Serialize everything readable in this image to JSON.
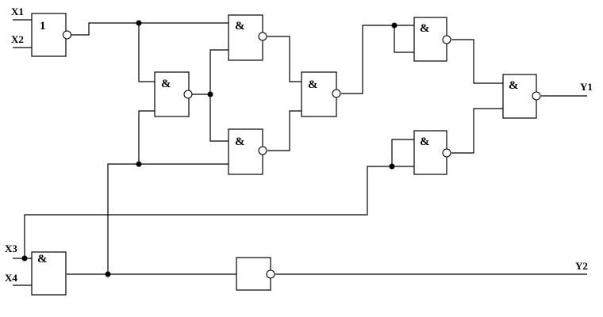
{
  "inputs": {
    "x1": "X1",
    "x2": "X2",
    "x3": "X3",
    "x4": "X4"
  },
  "outputs": {
    "y1": "Y1",
    "y2": "Y2"
  },
  "gate_symbols": {
    "or": "1",
    "and": "&"
  },
  "gates": [
    {
      "id": "g-or-x1x2",
      "type": "or"
    },
    {
      "id": "g-and-1",
      "type": "and"
    },
    {
      "id": "g-and-top",
      "type": "and"
    },
    {
      "id": "g-and-bottom",
      "type": "and"
    },
    {
      "id": "g-and-merge",
      "type": "and"
    },
    {
      "id": "g-and-upper-right",
      "type": "and"
    },
    {
      "id": "g-and-lower-right",
      "type": "and"
    },
    {
      "id": "g-and-y1",
      "type": "and"
    },
    {
      "id": "g-and-x3x4",
      "type": "and"
    },
    {
      "id": "g-not",
      "type": "not"
    }
  ]
}
